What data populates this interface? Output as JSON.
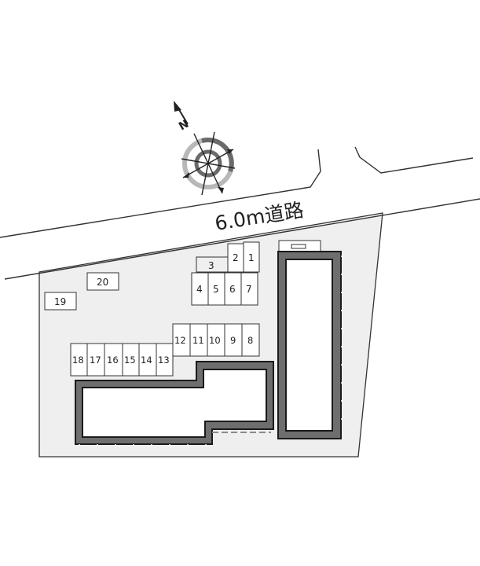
{
  "road": {
    "label": "6.0m道路",
    "width_m": 6.0
  },
  "compass": {
    "north_label": "N"
  },
  "parking": {
    "spaces": [
      {
        "id": "1",
        "label": "1"
      },
      {
        "id": "2",
        "label": "2"
      },
      {
        "id": "3",
        "label": "3"
      },
      {
        "id": "4",
        "label": "4"
      },
      {
        "id": "5",
        "label": "5"
      },
      {
        "id": "6",
        "label": "6"
      },
      {
        "id": "7",
        "label": "7"
      },
      {
        "id": "8",
        "label": "8"
      },
      {
        "id": "9",
        "label": "9"
      },
      {
        "id": "10",
        "label": "10"
      },
      {
        "id": "11",
        "label": "11"
      },
      {
        "id": "12",
        "label": "12"
      },
      {
        "id": "13",
        "label": "13"
      },
      {
        "id": "14",
        "label": "14"
      },
      {
        "id": "15",
        "label": "15"
      },
      {
        "id": "16",
        "label": "16"
      },
      {
        "id": "17",
        "label": "17"
      },
      {
        "id": "18",
        "label": "18"
      },
      {
        "id": "19",
        "label": "19"
      },
      {
        "id": "20",
        "label": "20"
      }
    ]
  },
  "colors": {
    "lot_fill": "#efefef",
    "building_wall": "#6e6e6e",
    "building_outline": "#1a1a1a",
    "line": "#333333",
    "compass_ring_outer": "#b5b5b5",
    "compass_ring_inner": "#6a6a6a"
  }
}
